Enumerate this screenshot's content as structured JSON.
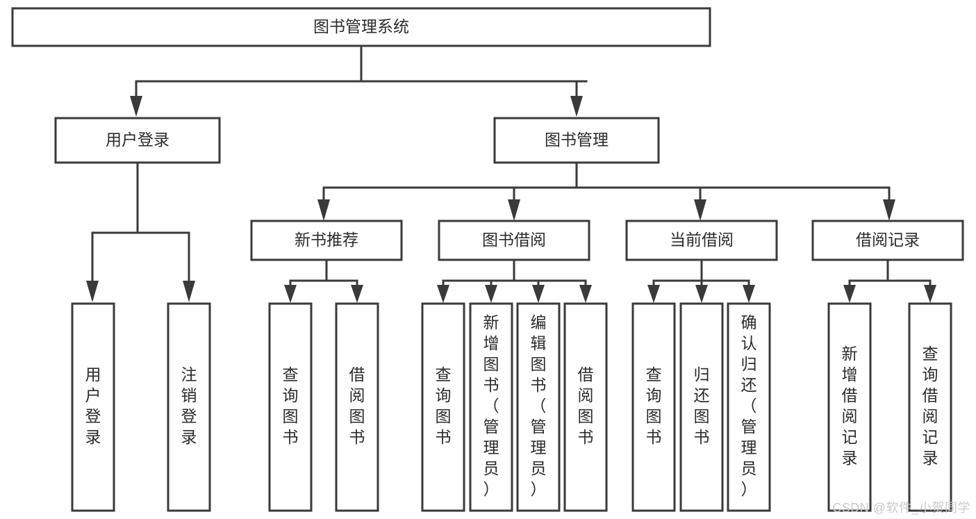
{
  "diagram": {
    "type": "tree-hierarchy",
    "title": "图书管理系统",
    "watermark": "CSDN @软件_小贺同学",
    "colors": {
      "stroke": "#3a3a3a",
      "fill": "#ffffff",
      "text": "#2b2b2b",
      "watermark": "#c9c9c9",
      "background": "#ffffff"
    },
    "levels": [
      {
        "level": 1,
        "nodes": [
          {
            "id": "root",
            "label": "图书管理系统",
            "orientation": "horizontal"
          }
        ]
      },
      {
        "level": 2,
        "nodes": [
          {
            "id": "user-login",
            "label": "用户登录",
            "orientation": "horizontal",
            "parent": "root"
          },
          {
            "id": "book-manage",
            "label": "图书管理",
            "orientation": "horizontal",
            "parent": "root"
          }
        ]
      },
      {
        "level": 3,
        "nodes": [
          {
            "id": "new-book-rec",
            "label": "新书推荐",
            "orientation": "horizontal",
            "parent": "book-manage"
          },
          {
            "id": "book-borrow",
            "label": "图书借阅",
            "orientation": "horizontal",
            "parent": "book-manage"
          },
          {
            "id": "current-borrow",
            "label": "当前借阅",
            "orientation": "horizontal",
            "parent": "book-manage"
          },
          {
            "id": "borrow-record",
            "label": "借阅记录",
            "orientation": "horizontal",
            "parent": "book-manage"
          }
        ]
      },
      {
        "level": 4,
        "nodes": [
          {
            "id": "leaf-user-login",
            "label": "用户登录",
            "orientation": "vertical",
            "parent": "user-login"
          },
          {
            "id": "leaf-logout",
            "label": "注销登录",
            "orientation": "vertical",
            "parent": "user-login"
          },
          {
            "id": "leaf-query-book-1",
            "label": "查询图书",
            "orientation": "vertical",
            "parent": "new-book-rec"
          },
          {
            "id": "leaf-borrow-book-1",
            "label": "借阅图书",
            "orientation": "vertical",
            "parent": "new-book-rec"
          },
          {
            "id": "leaf-query-book-2",
            "label": "查询图书",
            "orientation": "vertical",
            "parent": "book-borrow"
          },
          {
            "id": "leaf-add-book",
            "label": "新增图书（管理员）",
            "orientation": "vertical",
            "parent": "book-borrow"
          },
          {
            "id": "leaf-edit-book",
            "label": "编辑图书（管理员）",
            "orientation": "vertical",
            "parent": "book-borrow"
          },
          {
            "id": "leaf-borrow-book-2",
            "label": "借阅图书",
            "orientation": "vertical",
            "parent": "book-borrow"
          },
          {
            "id": "leaf-query-book-3",
            "label": "查询图书",
            "orientation": "vertical",
            "parent": "current-borrow"
          },
          {
            "id": "leaf-return-book",
            "label": "归还图书",
            "orientation": "vertical",
            "parent": "current-borrow"
          },
          {
            "id": "leaf-confirm-return",
            "label": "确认归还（管理员）",
            "orientation": "vertical",
            "parent": "current-borrow"
          },
          {
            "id": "leaf-add-record",
            "label": "新增借阅记录",
            "orientation": "vertical",
            "parent": "borrow-record"
          },
          {
            "id": "leaf-query-record",
            "label": "查询借阅记录",
            "orientation": "vertical",
            "parent": "borrow-record"
          }
        ]
      }
    ],
    "labels": {
      "root": "图书管理系统",
      "user_login": "用户登录",
      "book_manage": "图书管理",
      "new_book_rec": "新书推荐",
      "book_borrow": "图书借阅",
      "current_borrow": "当前借阅",
      "borrow_record": "借阅记录",
      "leaf_user_login": "用户登录",
      "leaf_logout": "注销登录",
      "leaf_query_book_1": "查询图书",
      "leaf_borrow_book_1": "借阅图书",
      "leaf_query_book_2": "查询图书",
      "leaf_add_book": "新增图书（管理员）",
      "leaf_edit_book": "编辑图书（管理员）",
      "leaf_borrow_book_2": "借阅图书",
      "leaf_query_book_3": "查询图书",
      "leaf_return_book": "归还图书",
      "leaf_confirm_return": "确认归还（管理员）",
      "leaf_add_record": "新增借阅记录",
      "leaf_query_record": "查询借阅记录"
    }
  }
}
